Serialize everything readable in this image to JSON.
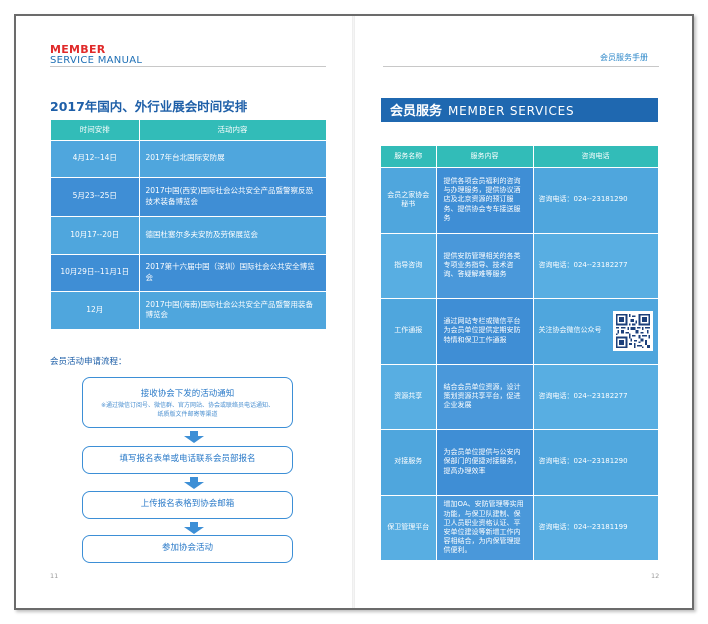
{
  "left_page": {
    "brand_line1": "MEMBER",
    "brand_line2": "SERVICE MANUAL",
    "section_title": "2017年国内、外行业展会时间安排",
    "schedule": {
      "headers": [
        "时间安排",
        "活动内容"
      ],
      "rows": [
        {
          "time": "4月12--14日",
          "content": "2017年台北国际安防展"
        },
        {
          "time": "5月23--25日",
          "content": "2017中国(西安)国际社会公共安全产品暨警察反恐技术装备博览会"
        },
        {
          "time": "10月17--20日",
          "content": "德国杜塞尔多夫安防及劳保展览会"
        },
        {
          "time": "10月29日--11月1日",
          "content": "2017第十六届中国（深圳）国际社会公共安全博览会"
        },
        {
          "time": "12月",
          "content": "2017中国(海南)国际社会公共安全产品暨警用装备博览会"
        }
      ]
    },
    "flow": {
      "title": "会员活动申请流程：",
      "step1": "接收协会下发的活动通知",
      "step1_note_line1": "※通过微信订阅号、微信群、官方网站、协会或联络员电话通知、",
      "step1_note_line2": "纸质版文件邮寄等渠道",
      "step2": "填写报名表单或电话联系会员部报名",
      "step3": "上传报名表格到协会邮箱",
      "step4": "参加协会活动"
    },
    "page_number": "11"
  },
  "right_page": {
    "header_title": "会员服务手册",
    "banner_cn": "会员服务",
    "banner_en": "MEMBER SERVICES",
    "services": {
      "headers": [
        "服务名称",
        "服务内容",
        "咨询电话"
      ],
      "rows": [
        {
          "name": "会员之家协会秘书",
          "desc": "提供各项会员福利的咨询与办理服务，提供协议酒店及北京资源的预订服务、提供协会专车接送服务",
          "phone": "咨询电话：024--23181290"
        },
        {
          "name": "指导咨询",
          "desc": "提供安防管理相关的各类专项业务指导、技术咨询、答疑解难等服务",
          "phone": "咨询电话：024--23182277"
        },
        {
          "name": "工作通报",
          "desc": "通过网站专栏或微信平台为会员单位提供定期安防特情和保卫工作通报",
          "phone": "关注协会微信公众号"
        },
        {
          "name": "资源共享",
          "desc": "结合会员单位资源，设计策划资源共享平台，促进企业发展",
          "phone": "咨询电话：024--23182277"
        },
        {
          "name": "对接服务",
          "desc": "为会员单位提供与公安内保部门的便捷对接服务，提高办理效率",
          "phone": "咨询电话：024--23181290"
        },
        {
          "name": "保卫管理平台",
          "desc": "增加OA、安防管理等实用功能，与保卫队建制、保卫人员职业资格认证、平安单位建设等新增工作内容相结合，为内保管理提供便利。",
          "phone": "咨询电话：024--23181199"
        }
      ]
    },
    "qr_icon": "qr-code-icon",
    "page_number": "12"
  },
  "colors": {
    "teal_header": "#32bcb8",
    "row_blue_light": "#4fa6dd",
    "row_blue_dark": "#3f8ed5",
    "banner_blue": "#1f68b0",
    "brand_red": "#e02a2a",
    "title_blue": "#1e5fa8"
  }
}
